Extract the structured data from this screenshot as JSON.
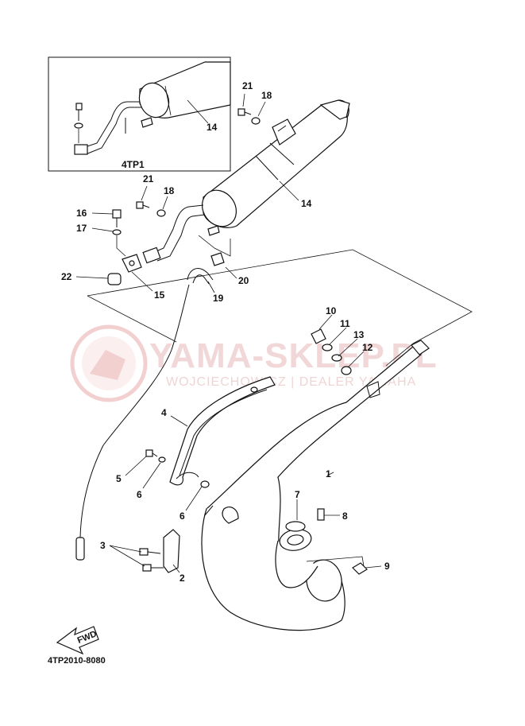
{
  "watermark": {
    "brand": "YAMA-SKLEP.PL",
    "subtitle": "WOJCIECHOWICZ | DEALER YAMAHA",
    "logo": "yamaha-tuning-fork-logo",
    "color": "#e6b8b8"
  },
  "inset": {
    "model_label": "4TP1",
    "part_label": "14"
  },
  "parts": {
    "p1": "1",
    "p2": "2",
    "p3": "3",
    "p4": "4",
    "p5": "5",
    "p6a": "6",
    "p6b": "6",
    "p7": "7",
    "p8": "8",
    "p9": "9",
    "p10": "10",
    "p11": "11",
    "p12": "12",
    "p13": "13",
    "p14": "14",
    "p15": "15",
    "p16": "16",
    "p17": "17",
    "p18a": "18",
    "p18b": "18",
    "p19": "19",
    "p20": "20",
    "p21a": "21",
    "p21b": "21",
    "p22": "22"
  },
  "fwd_arrow": {
    "text": "FWD"
  },
  "footer_code": "4TP2010-8080"
}
